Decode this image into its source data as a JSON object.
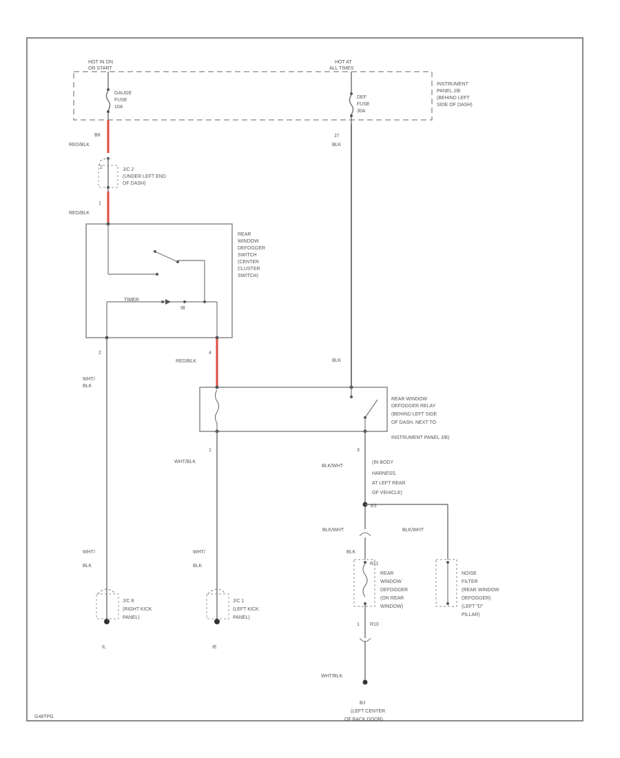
{
  "sources": {
    "left_hot": [
      "HOT IN ON",
      "OR START"
    ],
    "right_hot": [
      "HOT AT",
      "ALL TIMES"
    ],
    "panel_label": [
      "INSTRUMENT",
      "PANEL J/B",
      "(BEHIND LEFT",
      "SIDE OF DASH)"
    ]
  },
  "fuses": {
    "gauge": [
      "GAUGE",
      "FUSE",
      "10A"
    ],
    "defog": [
      "DEF",
      "FUSE",
      "30A"
    ]
  },
  "wires": {
    "w1_pin": "B8",
    "w1_color": "RED/BLK",
    "jc2_top_pin": "2",
    "jc2_label": [
      "J/C 2",
      "(UNDER LEFT END",
      "OF DASH)"
    ],
    "w2_pin": "1",
    "w2_color": "RED/BLK",
    "right_pin": "J7",
    "right_color": "BLK",
    "right_color2": "BLK",
    "switch_out_pin": "4",
    "switch_out_color": "RED/BLK",
    "switch_gnd_pin": "2",
    "switch_gnd_color": [
      "WHT/",
      "BLK"
    ],
    "relay_gnd_pin": "1",
    "relay_gnd_color": "WHT/BLK",
    "relay_out_pin": "3",
    "relay_out_color": "BLK/WHT",
    "split_label": "BLK/WHT",
    "noise_feed_color": "BLK/WHT",
    "defog_top_color": "BLK",
    "defog_bottom_pin": "1",
    "defog_bottom_conn": "R10",
    "ground_color": "WHT/BLK",
    "left_drop_color": [
      "WHT/",
      "BLK"
    ],
    "mid_drop_color": [
      "WHT/",
      "BLK"
    ]
  },
  "switch": {
    "label": [
      "REAR",
      "WINDOW",
      "DEFOGGER",
      "SWITCH",
      "(CENTER",
      "CLUSTER",
      "SWITCH)"
    ],
    "inner_label": "TIMER",
    "indicator": "IB"
  },
  "relay": {
    "label": [
      "REAR WINDOW",
      "DEFOGGER RELAY",
      "(BEHIND LEFT SIDE",
      "OF DASH, NEXT TO",
      "INSTRUMENT PANEL J/B)"
    ]
  },
  "splice": {
    "label": [
      "(IN BODY",
      "HARNESS,",
      "AT LEFT REAR",
      "OF VEHICLE)"
    ],
    "id": "E5"
  },
  "defogger": {
    "conn": "R11",
    "label": [
      "REAR",
      "WINDOW",
      "DEFOGGER",
      "(ON REAR",
      "WINDOW)"
    ]
  },
  "noise_filter": {
    "label": [
      "NOISE",
      "FILTER",
      "(REAR WINDOW",
      "DEFOGGER)",
      "(LEFT \"D\"",
      "PILLAR)"
    ]
  },
  "grounds": {
    "jc8": [
      "J/C 8",
      "(RIGHT KICK",
      "PANEL)"
    ],
    "jc8_id": "IL",
    "jc1": [
      "J/C 1",
      "(LEFT KICK",
      "PANEL)"
    ],
    "jc1_id": "IE",
    "bottom_id": "BJ",
    "bottom_label": [
      "(LEFT CENTER",
      "OF BACK DOOR)"
    ]
  },
  "footer": "G48TPG",
  "colors": {
    "red_wire": "#e04a3f",
    "line": "#777777"
  }
}
